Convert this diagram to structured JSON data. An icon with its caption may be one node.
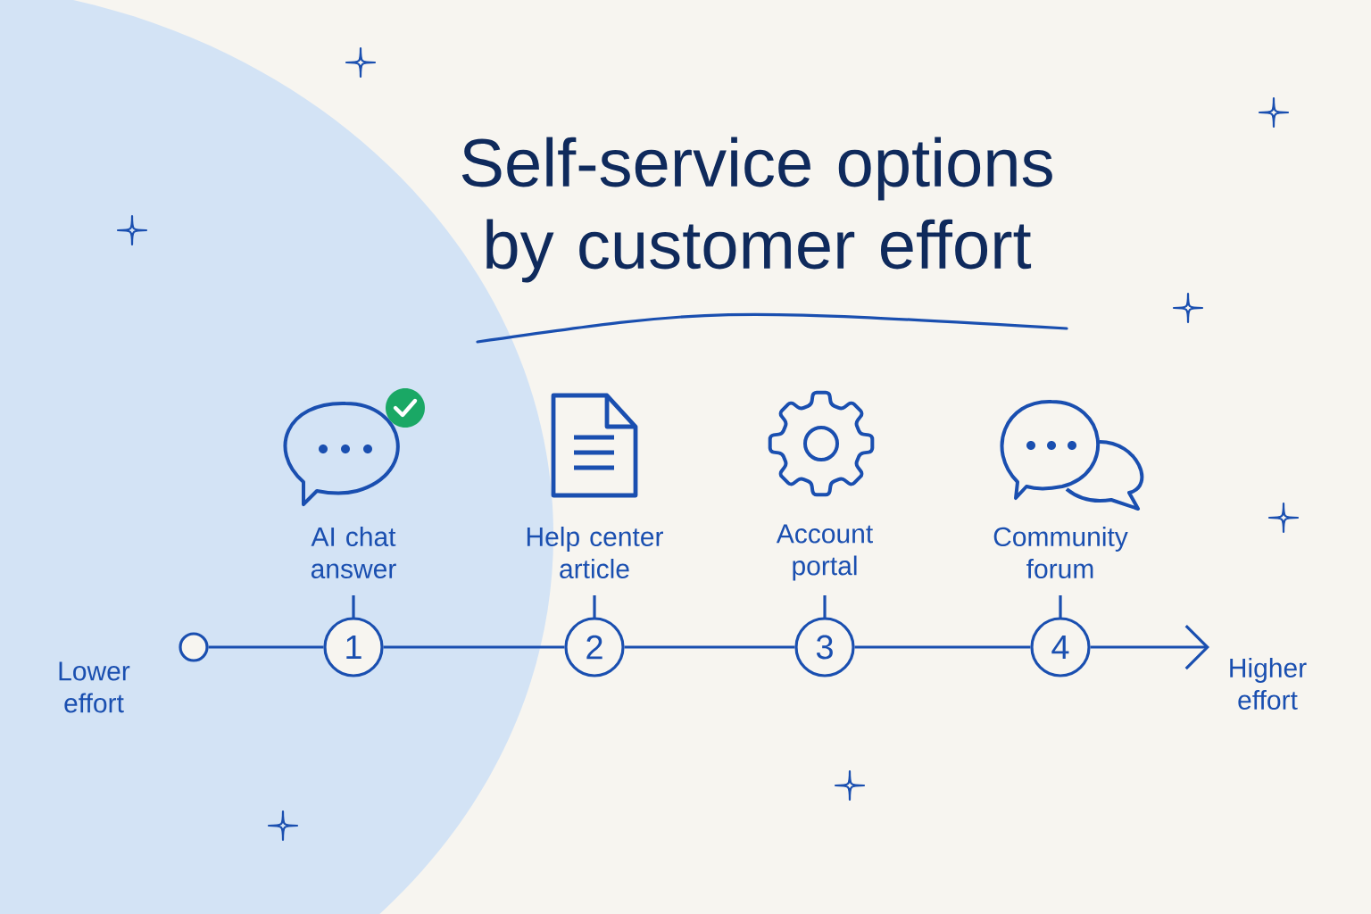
{
  "diagram": {
    "title": "Self-service options by customer effort",
    "nodes": [
      {
        "text": [],
        "shape": "circle"
      },
      {
        "text": [
          "1"
        ],
        "beside": [
          "AI chat answer"
        ]
      },
      {
        "text": [
          "2"
        ],
        "beside": [
          "Help center article"
        ]
      },
      {
        "text": [
          "3"
        ],
        "beside": [
          "Account portal"
        ]
      },
      {
        "text": [
          "4"
        ],
        "beside": [
          "Community forum"
        ]
      }
    ],
    "edges": [
      {
        "from": 0,
        "to": 1,
        "arrow": "none"
      },
      {
        "from": 1,
        "to": 2,
        "arrow": "none"
      },
      {
        "from": 2,
        "to": 3,
        "arrow": "none"
      },
      {
        "from": 3,
        "to": 4,
        "arrow": "none"
      },
      {
        "from": 4,
        "to": null,
        "arrow": "to"
      }
    ],
    "labels": [
      "Lower effort",
      "Higher effort"
    ]
  }
}
